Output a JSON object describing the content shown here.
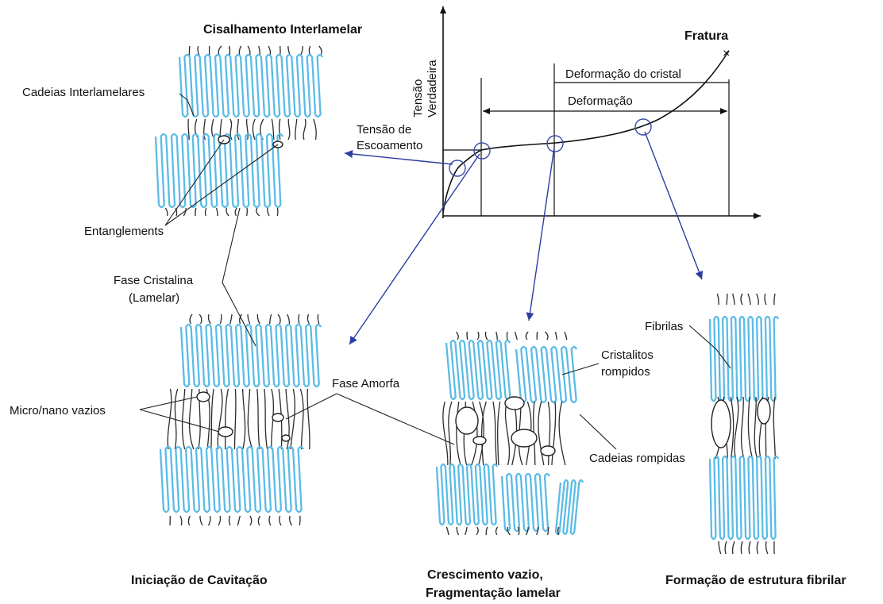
{
  "colors": {
    "lamella": "#5bbbe6",
    "arrow": "#2c3ea0",
    "circle": "#3a4aa8",
    "ink": "#111111"
  },
  "graph": {
    "ylabel_line1": "Tensão",
    "ylabel_line2": "Verdadeira",
    "fracture": "Fratura",
    "fracture_mark": "×",
    "crystal_deformation": "Deformação do cristal",
    "deformation": "Deformação",
    "yield_line1": "Tensão de",
    "yield_line2": "Escoamento"
  },
  "panels": {
    "shear": {
      "title": "Cisalhamento Interlamelar"
    },
    "cavitation": {
      "title": "Iniciação de Cavitação"
    },
    "growth": {
      "title_line1": "Crescimento vazio,",
      "title_line2": "Fragmentação lamelar"
    },
    "fibrillar": {
      "title": "Formação de estrutura fibrilar"
    }
  },
  "labels": {
    "interlamellar_chains": "Cadeias Interlamelares",
    "entanglements": "Entanglements",
    "crystalline_phase_line1": "Fase Cristalina",
    "crystalline_phase_line2": "(Lamelar)",
    "micro_voids": "Micro/nano vazios",
    "amorphous_phase": "Fase Amorfa",
    "broken_crystallites_line1": "Cristalitos",
    "broken_crystallites_line2": "rompidos",
    "broken_chains": "Cadeias rompidas",
    "fibrils": "Fibrilas"
  }
}
